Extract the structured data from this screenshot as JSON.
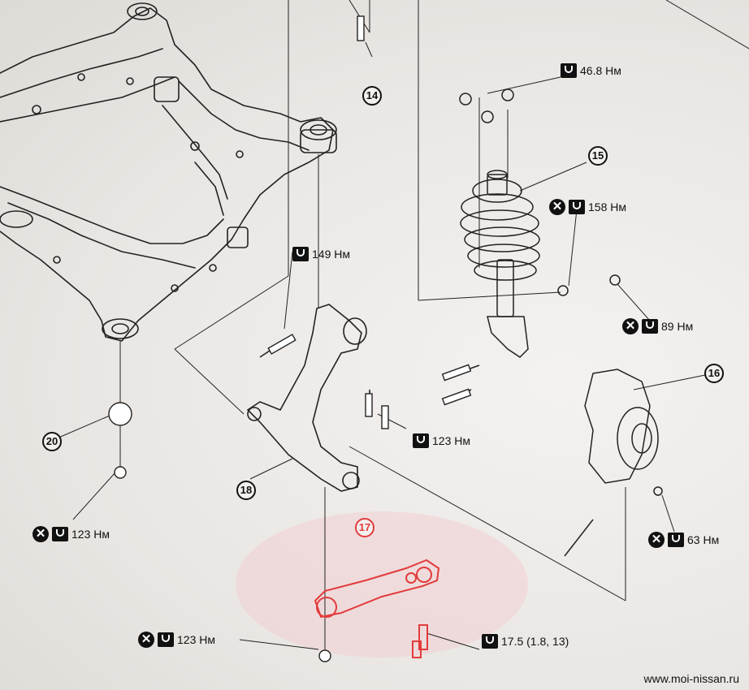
{
  "callouts": {
    "c14": "14",
    "c15": "15",
    "c16": "16",
    "c17": "17",
    "c18": "18",
    "c20": "20"
  },
  "torques": {
    "t1": "46.8 Нм",
    "t2": "158 Нм",
    "t3": "149 Нм",
    "t4": "89 Нм",
    "t5": "123 Нм",
    "t6": "123 Нм",
    "t7": "63 Нм",
    "t8": "123 Нм",
    "t9": "17.5 (1.8, 13)"
  },
  "source": "www.moi-nissan.ru",
  "colors": {
    "highlight": "#e23b3b",
    "ink": "#111111"
  },
  "icons": [
    "torque-wrench-icon",
    "replace-part-icon"
  ]
}
